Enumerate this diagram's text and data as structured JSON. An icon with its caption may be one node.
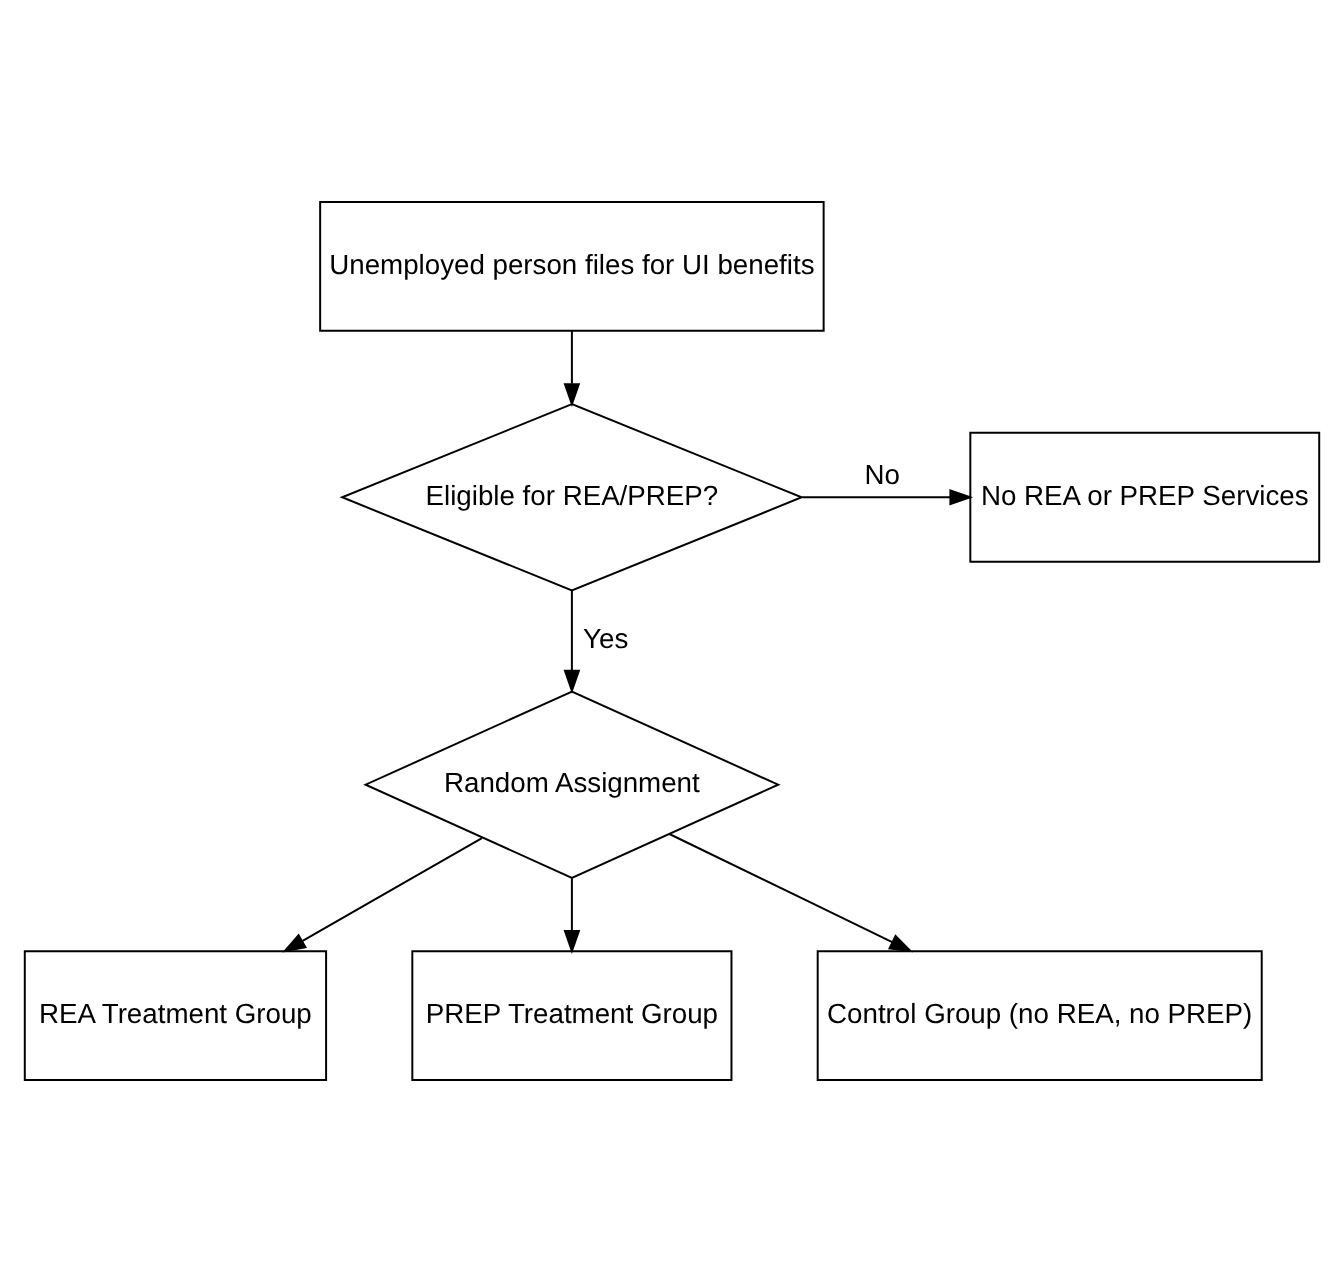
{
  "diagram": {
    "nodes": [
      {
        "text": [
          "Unemployed person files for UI benefits"
        ]
      },
      {
        "text": [
          "Eligible for REA/PREP?"
        ]
      },
      {
        "text": [
          "No REA or PREP Services"
        ]
      },
      {
        "text": [
          "Random Assignment"
        ]
      },
      {
        "text": [
          "REA Treatment Group"
        ]
      },
      {
        "text": [
          "PREP Treatment Group"
        ]
      },
      {
        "text": [
          "Control Group (no REA, no PREP)"
        ]
      }
    ],
    "edges": [
      {
        "from": 0,
        "to": 1,
        "arrow": "to"
      },
      {
        "from": 1,
        "to": 2,
        "label": "No",
        "arrow": "to"
      },
      {
        "from": 1,
        "to": 3,
        "label": "Yes",
        "arrow": "to"
      },
      {
        "from": 3,
        "to": 4,
        "arrow": "to"
      },
      {
        "from": 3,
        "to": 5,
        "arrow": "to"
      },
      {
        "from": 3,
        "to": 6,
        "arrow": "to"
      }
    ]
  }
}
